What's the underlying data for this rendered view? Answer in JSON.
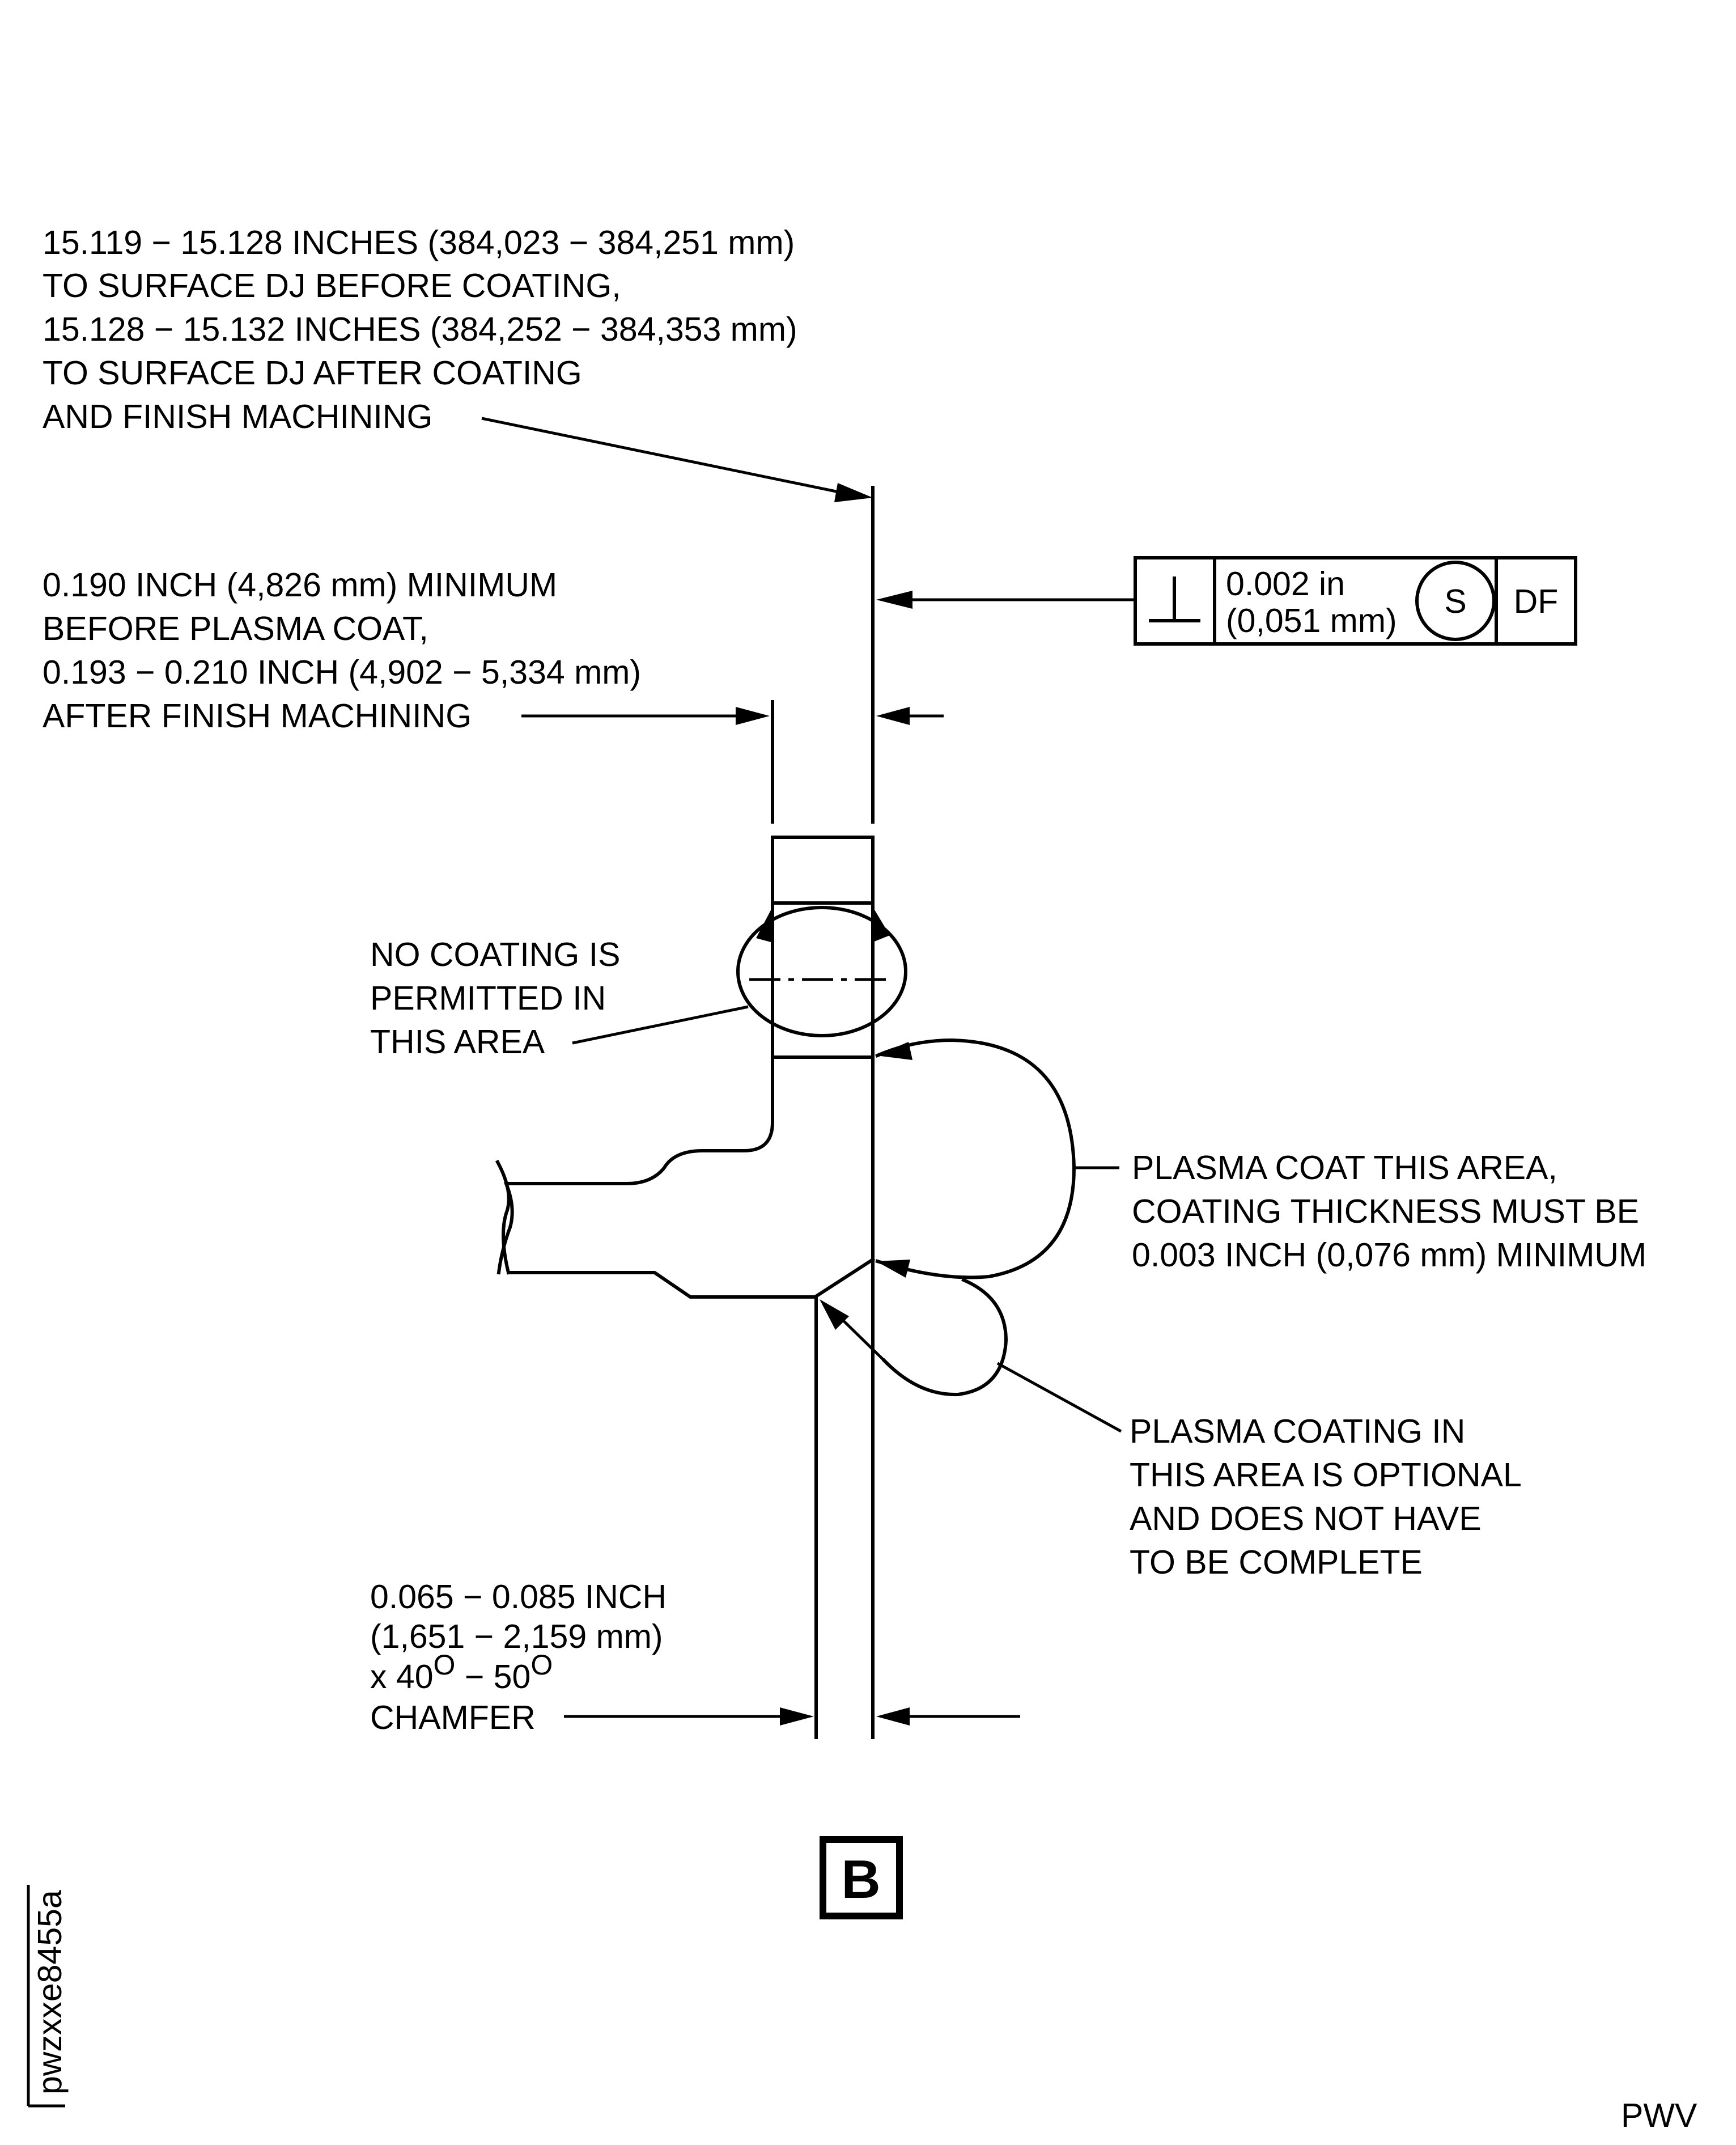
{
  "callouts": {
    "dim_surface_dj": [
      "15.119 − 15.128 INCHES (384,023 − 384,251 mm)",
      "TO SURFACE DJ BEFORE COATING,",
      "15.128 − 15.132 INCHES (384,252 − 384,353 mm)",
      "TO SURFACE DJ AFTER COATING",
      "AND FINISH MACHINING"
    ],
    "dim_thickness": [
      "0.190 INCH (4,826 mm) MINIMUM",
      "BEFORE PLASMA COAT,",
      "0.193 − 0.210 INCH (4,902 − 5,334 mm)",
      "AFTER FINISH MACHINING"
    ],
    "no_coating": [
      "NO COATING IS",
      "PERMITTED IN",
      "THIS AREA"
    ],
    "plasma_coat": [
      "PLASMA COAT THIS AREA,",
      "COATING THICKNESS MUST BE",
      "0.003 INCH (0,076 mm) MINIMUM"
    ],
    "plasma_optional": [
      "PLASMA COATING IN",
      "THIS AREA IS OPTIONAL",
      "AND DOES NOT HAVE",
      "TO BE COMPLETE"
    ],
    "chamfer": {
      "line1": "0.065 − 0.085 INCH",
      "line2": "(1,651 − 2,159 mm)",
      "line3_prefix": "x 40",
      "deg1": "O",
      "line3_mid": " − 50",
      "deg2": "O",
      "line4": "CHAMFER"
    }
  },
  "tolerance_frame": {
    "symbol": "⊥",
    "value_in": "0.002 in",
    "value_mm": "(0,051 mm)",
    "modifier": "S",
    "datum": "DF"
  },
  "view_label": "B",
  "figure_id": "pwzxxe8455a",
  "corner_mark": "PWV"
}
